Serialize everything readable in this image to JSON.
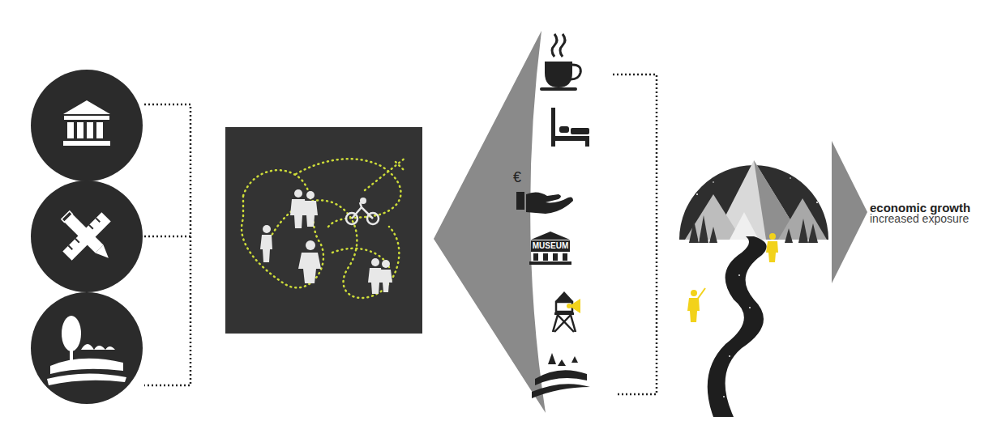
{
  "diagram": {
    "labels": [
      "€",
      "MUSEUM",
      "economic growth",
      "increased exposure"
    ]
  }
}
